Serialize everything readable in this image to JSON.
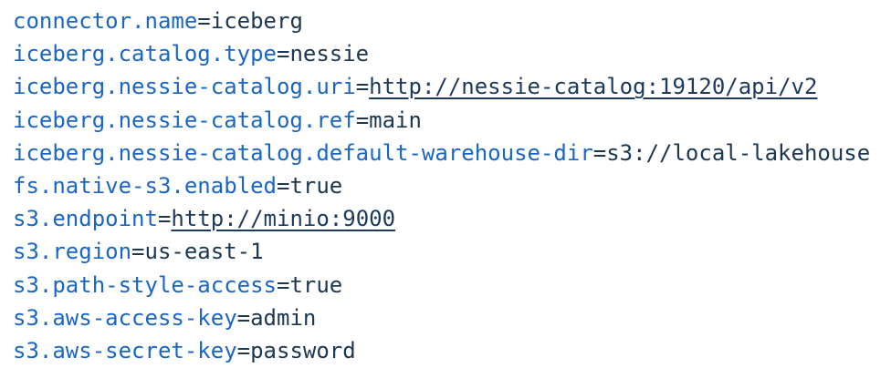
{
  "colors": {
    "key": "#1a66c5",
    "value": "#1c3752",
    "link": "#1c3a5e",
    "background": "#ffffff"
  },
  "code_block": {
    "language": "properties",
    "separator": "=",
    "lines": [
      {
        "key": "connector.name",
        "separator": "=",
        "value": "iceberg",
        "value_is_link": false
      },
      {
        "key": "iceberg.catalog.type",
        "separator": "=",
        "value": "nessie",
        "value_is_link": false
      },
      {
        "key": "iceberg.nessie-catalog.uri",
        "separator": "=",
        "value": "http://nessie-catalog:19120/api/v2",
        "value_is_link": true
      },
      {
        "key": "iceberg.nessie-catalog.ref",
        "separator": "=",
        "value": "main",
        "value_is_link": false
      },
      {
        "key": "iceberg.nessie-catalog.default-warehouse-dir",
        "separator": "=",
        "value": "s3://local-lakehouse",
        "value_is_link": false
      },
      {
        "key": "fs.native-s3.enabled",
        "separator": "=",
        "value": "true",
        "value_is_link": false
      },
      {
        "key": "s3.endpoint",
        "separator": "=",
        "value": "http://minio:9000",
        "value_is_link": true
      },
      {
        "key": "s3.region",
        "separator": "=",
        "value": "us-east-1",
        "value_is_link": false
      },
      {
        "key": "s3.path-style-access",
        "separator": "=",
        "value": "true",
        "value_is_link": false
      },
      {
        "key": "s3.aws-access-key",
        "separator": "=",
        "value": "admin",
        "value_is_link": false
      },
      {
        "key": "s3.aws-secret-key",
        "separator": "=",
        "value": "password",
        "value_is_link": false
      }
    ]
  }
}
